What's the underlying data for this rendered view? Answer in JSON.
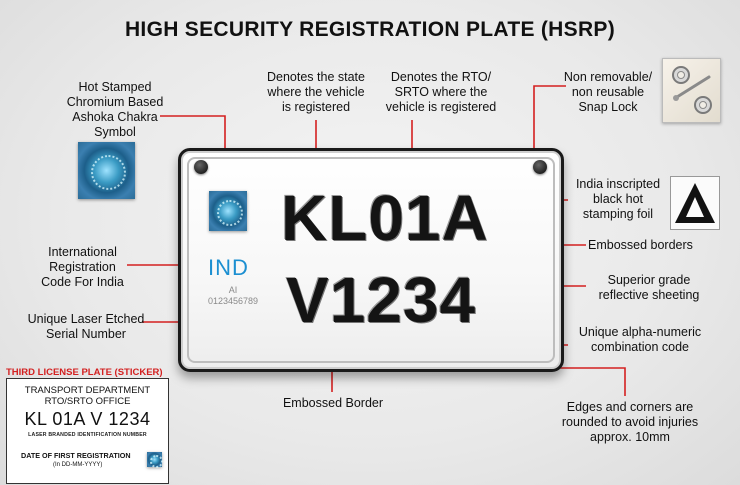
{
  "title": "HIGH SECURITY REGISTRATION PLATE (HSRP)",
  "plate": {
    "line1": "KL01A",
    "line2": "V1234",
    "country_code": "IND",
    "serial_prefix": "AI",
    "serial_number": "0123456789"
  },
  "labels": {
    "chakra": [
      "Hot Stamped",
      "Chromium Based",
      "Ashoka Chakra",
      "Symbol"
    ],
    "state": [
      "Denotes the state",
      "where the vehicle",
      "is registered"
    ],
    "rto": [
      "Denotes the RTO/",
      "SRTO where the",
      "vehicle is registered"
    ],
    "snap_lock": [
      "Non removable/",
      "non reusable",
      "Snap Lock"
    ],
    "foil": [
      "India inscripted",
      "black hot",
      "stamping foil"
    ],
    "intl_code": [
      "International",
      "Registration",
      "Code For India"
    ],
    "embossed_borders": "Embossed borders",
    "sheeting": [
      "Superior grade",
      "reflective sheeting"
    ],
    "laser_serial": [
      "Unique Laser Etched",
      "Serial Number"
    ],
    "alnum": [
      "Unique alpha-numeric",
      "combination code"
    ],
    "embossed_border": "Embossed Border",
    "edges": [
      "Edges and corners are",
      "rounded to avoid injuries",
      "approx. 10mm"
    ]
  },
  "sticker": {
    "heading": "THIRD LICENSE PLATE (STICKER)",
    "line1": "TRANSPORT DEPARTMENT",
    "line2": "RTO/SRTO OFFICE",
    "number": "KL 01A V 1234",
    "laser_note": "LASER BRANDED IDENTIFICATION NUMBER",
    "date_label": "DATE OF FIRST REGISTRATION",
    "date_format": "(In DD-MM-YYYY)"
  },
  "colors": {
    "leader_line": "#d42020",
    "ind_blue": "#1c8fd1",
    "sticker_heading": "#d32020"
  },
  "icons": [
    "ashoka-chakra-hologram",
    "snap-lock-rivet",
    "india-foil-mark",
    "hologram-small"
  ]
}
